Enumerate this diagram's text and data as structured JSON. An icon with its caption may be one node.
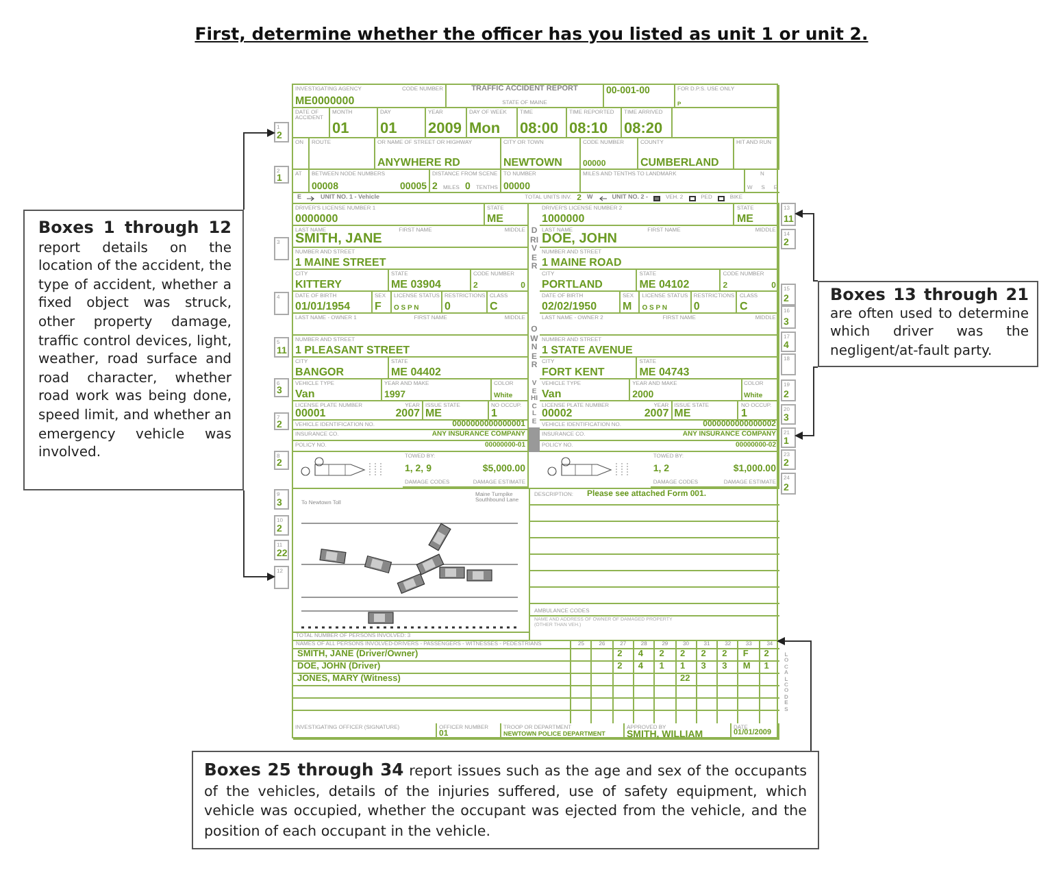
{
  "diagram": {
    "title": "First, determine whether the officer has you listed as unit 1 or unit 2.",
    "nodes": [
      {
        "text": [
          "**Boxes 1 through 12** report details on the location of the accident, the type of accident, whether a fixed object was struck, other property damage, traffic control devices, light, weather, road surface and road character, whether road work was being done, speed limit, and whether an emergency vehicle was involved."
        ]
      },
      {
        "text": [
          "**Boxes 13 through 21** are often used to determine which driver was the negligent/at-fault party."
        ]
      },
      {
        "text": [
          "**Boxes 25 through 34** report issues such as the age and sex of the occupants of the vehicles, details of the injuries suffered, use of safety equipment, which vehicle was occupied, whether the occupant was ejected from the vehicle, and the position of each occupant in the vehicle."
        ]
      },
      {
        "text": [
          "TRAFFIC ACCIDENT REPORT",
          "STATE OF MAINE"
        ]
      },
      {
        "text": [
          "1",
          "2"
        ]
      },
      {
        "text": [
          "12"
        ]
      },
      {
        "text": [
          "13",
          "11"
        ]
      },
      {
        "text": [
          "21",
          "1"
        ]
      },
      {
        "text": [
          "2",
          "1"
        ]
      },
      {
        "text": [
          "3"
        ]
      },
      {
        "text": [
          "4"
        ]
      },
      {
        "text": [
          "5",
          "11"
        ]
      },
      {
        "text": [
          "6",
          "3"
        ]
      },
      {
        "text": [
          "7",
          "2"
        ]
      },
      {
        "text": [
          "8",
          "2"
        ]
      },
      {
        "text": [
          "9",
          "3"
        ]
      },
      {
        "text": [
          "10",
          "2"
        ]
      },
      {
        "text": [
          "11",
          "22"
        ]
      },
      {
        "text": [
          "14",
          "2"
        ]
      },
      {
        "text": [
          "15",
          "2"
        ]
      },
      {
        "text": [
          "16",
          "3"
        ]
      },
      {
        "text": [
          "17",
          "4"
        ]
      },
      {
        "text": [
          "18"
        ]
      },
      {
        "text": [
          "19",
          "2"
        ]
      },
      {
        "text": [
          "20",
          "3"
        ]
      },
      {
        "text": [
          "23",
          "2"
        ]
      },
      {
        "text": [
          "24",
          "2"
        ]
      }
    ],
    "edges": [
      {
        "from": 0,
        "to": 4,
        "arrow": "to"
      },
      {
        "from": 0,
        "to": 5,
        "arrow": "to"
      },
      {
        "from": 1,
        "to": 6,
        "arrow": "to"
      },
      {
        "from": 1,
        "to": 7,
        "arrow": "to"
      },
      {
        "from": 2,
        "to": 3,
        "arrow": "to"
      }
    ],
    "labels": [
      "INVESTIGATING AGENCY",
      "CODE NUMBER",
      "ME0000000",
      "00-001-00",
      "FOR D.P.S. USE ONLY",
      "P",
      "DATE OF ACCIDENT",
      "MONTH",
      "01",
      "DAY",
      "01",
      "YEAR",
      "2009",
      "DAY OF WEEK",
      "Mon",
      "TIME",
      "08:00",
      "TIME REPORTED",
      "08:10",
      "TIME ARRIVED",
      "08:20",
      "ON",
      "ROUTE",
      "OR NAME OF STREET OR HIGHWAY",
      "ANYWHERE RD",
      "CITY OR TOWN",
      "NEWTOWN",
      "CODE NUMBER",
      "00000",
      "COUNTY",
      "CUMBERLAND",
      "HIT AND RUN",
      "AT",
      "BETWEEN NODE NUMBERS",
      "00008",
      "00005",
      "DISTANCE FROM SCENE",
      "2",
      "MILES",
      "0",
      "TENTHS",
      "TO NUMBER",
      "00000",
      "MILES AND TENTHS TO LANDMARK",
      "N",
      "W",
      "S",
      "E",
      "E",
      "UNIT NO. 1 - Vehicle",
      "TOTAL UNITS INV.",
      "2",
      "W",
      "UNIT NO. 2 -",
      "VEH. 2",
      "PED",
      "BIKE",
      "DRIVER'S LICENSE NUMBER 1",
      "0000000",
      "STATE",
      "ME",
      "LAST NAME",
      "FIRST NAME",
      "MIDDLE",
      "SMITH, JANE",
      "NUMBER AND STREET",
      "1 MAINE STREET",
      "CITY",
      "KITTERY",
      "STATE",
      "ME 03904",
      "CODE NUMBER",
      "2",
      "0",
      "DATE OF BIRTH",
      "01/01/1954",
      "SEX",
      "F",
      "LICENSE STATUS",
      "O S P N",
      "RESTRICTIONS",
      "0",
      "CLASS",
      "C",
      "LAST NAME - OWNER 1",
      "FIRST NAME",
      "MIDDLE",
      "NUMBER AND STREET",
      "1 PLEASANT STREET",
      "CITY",
      "BANGOR",
      "STATE",
      "ME 04402",
      "VEHICLE TYPE",
      "Van",
      "YEAR AND MAKE",
      "1997",
      "COLOR",
      "White",
      "LICENSE PLATE NUMBER",
      "YEAR",
      "00001",
      "2007",
      "ISSUE STATE",
      "ME",
      "NO OCCUP.",
      "1",
      "VEHICLE IDENTIFICATION NO.",
      "0000000000000001",
      "INSURANCE CO.",
      "ANY INSURANCE COMPANY",
      "POLICY NO.",
      "00000000-01",
      "TOWED BY:",
      "1, 2, 9",
      "$5,000.00",
      "DAMAGE CODES",
      "DAMAGE ESTIMATE",
      "DRIVER'S LICENSE NUMBER 2",
      "1000000",
      "STATE",
      "ME",
      "LAST NAME",
      "FIRST NAME",
      "MIDDLE",
      "DOE, JOHN",
      "NUMBER AND STREET",
      "1 MAINE ROAD",
      "CITY",
      "PORTLAND",
      "STATE",
      "ME 04102",
      "CODE NUMBER",
      "2",
      "0",
      "DATE OF BIRTH",
      "02/02/1950",
      "SEX",
      "M",
      "LICENSE STATUS",
      "O S P N",
      "RESTRICTIONS",
      "0",
      "CLASS",
      "C",
      "LAST NAME - OWNER 2",
      "FIRST NAME",
      "MIDDLE",
      "NUMBER AND STREET",
      "1 STATE AVENUE",
      "CITY",
      "FORT KENT",
      "STATE",
      "ME 04743",
      "VEHICLE TYPE",
      "Van",
      "YEAR AND MAKE",
      "2000",
      "COLOR",
      "White",
      "LICENSE PLATE NUMBER",
      "YEAR",
      "00002",
      "2007",
      "ISSUE STATE",
      "ME",
      "NO OCCUP.",
      "1",
      "VEHICLE IDENTIFICATION NO.",
      "0000000000000002",
      "INSURANCE CO.",
      "ANY INSURANCE COMPANY",
      "POLICY NO.",
      "00000000-02",
      "TOWED BY:",
      "1, 2",
      "$1,000.00",
      "DAMAGE CODES",
      "DAMAGE ESTIMATE",
      "DRIVER",
      "OWNER",
      "VEHICLE",
      "To Newtown Toll",
      "Maine Turnpike Southbound Lane",
      "DESCRIPTION:",
      "Please see attached Form 001.",
      "AMBULANCE CODES",
      "NAME AND ADDRESS OF OWNER OF DAMAGED PROPERTY (OTHER THAN VEH.)",
      "TOTAL NUMBER OF PERSONS INVOLVED: 3",
      "NAMES OF ALL PERSONS INVOLVED-DRIVERS - PASSENGERS - WITNESSES - PEDESTRIANS",
      "25",
      "26",
      "27",
      "28",
      "29",
      "30",
      "31",
      "32",
      "33",
      "34",
      "SMITH, JANE (Driver/Owner)",
      "2",
      "4",
      "2",
      "2",
      "2",
      "2",
      "F",
      "2",
      "DOE, JOHN (Driver)",
      "2",
      "4",
      "1",
      "1",
      "3",
      "3",
      "M",
      "1",
      "JONES, MARY (Witness)",
      "22",
      "LOCAL CODES",
      "INVESTIGATING OFFICER (SIGNATURE)",
      "OFFICER NUMBER",
      "01",
      "TROOP OR DEPARTMENT",
      "NEWTOWN POLICE DEPARTMENT",
      "APPROVED BY",
      "SMITH, WILLIAM",
      "DATE",
      "01/01/2009"
    ]
  }
}
